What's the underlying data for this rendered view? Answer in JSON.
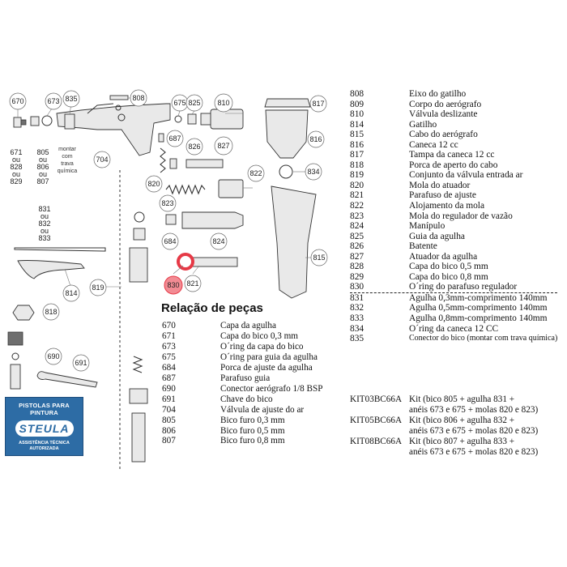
{
  "diagram": {
    "callouts": {
      "c670": "670",
      "c673": "673",
      "c835": "835",
      "c808": "808",
      "c675": "675",
      "c825": "825",
      "c810": "810",
      "c817": "817",
      "c687": "687",
      "c826": "826",
      "c827": "827",
      "c816": "816",
      "c704": "704",
      "c820": "820",
      "c822": "822",
      "c834": "834",
      "c823": "823",
      "c684": "684",
      "c824": "824",
      "c815": "815",
      "c814": "814",
      "c819": "819",
      "c818": "818",
      "c690": "690",
      "c691": "691",
      "c830": "830",
      "c821": "821"
    },
    "stack_671": [
      "671",
      "ou",
      "828",
      "ou",
      "829"
    ],
    "stack_805": [
      "805",
      "ou",
      "806",
      "ou",
      "807"
    ],
    "stack_831": [
      "831",
      "ou",
      "832",
      "ou",
      "833"
    ],
    "note_montar": [
      "montar",
      "com",
      "trava",
      "química"
    ]
  },
  "logo": {
    "top": "PISTOLAS PARA PINTURA",
    "brand": "STEULA",
    "sub1": "ASSISTÊNCIA TÉCNICA",
    "sub2": "AUTORIZADA"
  },
  "title": "Relação de peças",
  "parts_left": [
    {
      "code": "670",
      "desc": "Capa da agulha"
    },
    {
      "code": "671",
      "desc": "Capa do bico 0,3 mm"
    },
    {
      "code": "673",
      "desc": "O´ring da capa do bico"
    },
    {
      "code": "675",
      "desc": "O´ring para guia da agulha"
    },
    {
      "code": "684",
      "desc": "Porca de ajuste da agulha"
    },
    {
      "code": "687",
      "desc": "Parafuso guia"
    },
    {
      "code": "690",
      "desc": "Conector aerógrafo 1/8 BSP"
    },
    {
      "code": "691",
      "desc": "Chave do bico"
    },
    {
      "code": "704",
      "desc": "Válvula de ajuste do ar"
    },
    {
      "code": "805",
      "desc": "Bico furo 0,3 mm"
    },
    {
      "code": "806",
      "desc": "Bico furo 0,5 mm"
    },
    {
      "code": "807",
      "desc": "Bico furo 0,8 mm"
    }
  ],
  "parts_right": [
    {
      "code": "808",
      "desc": "Eixo do gatilho"
    },
    {
      "code": "809",
      "desc": "Corpo do aerógrafo"
    },
    {
      "code": "810",
      "desc": "Válvula deslizante"
    },
    {
      "code": "814",
      "desc": "Gatilho"
    },
    {
      "code": "815",
      "desc": "Cabo do aerógrafo"
    },
    {
      "code": "816",
      "desc": "Caneca 12 cc"
    },
    {
      "code": "817",
      "desc": "Tampa da caneca 12 cc"
    },
    {
      "code": "818",
      "desc": "Porca de aperto do cabo"
    },
    {
      "code": "819",
      "desc": "Conjunto da válvula entrada ar"
    },
    {
      "code": "820",
      "desc": "Mola do atuador"
    },
    {
      "code": "821",
      "desc": "Parafuso de ajuste"
    },
    {
      "code": "822",
      "desc": "Alojamento da mola"
    },
    {
      "code": "823",
      "desc": "Mola do regulador de vazão"
    },
    {
      "code": "824",
      "desc": "Manípulo"
    },
    {
      "code": "825",
      "desc": "Guia da agulha"
    },
    {
      "code": "826",
      "desc": "Batente"
    },
    {
      "code": "827",
      "desc": "Atuador da agulha"
    },
    {
      "code": "828",
      "desc": "Capa do bico 0,5 mm"
    },
    {
      "code": "829",
      "desc": "Capa do bico 0,8 mm"
    },
    {
      "code": "830",
      "desc": "O´ring do parafuso regulador"
    },
    {
      "code": "831",
      "desc": "Agulha 0,3mm-comprimento 140mm"
    },
    {
      "code": "832",
      "desc": "Agulha 0,5mm-comprimento 140mm"
    },
    {
      "code": "833",
      "desc": "Agulha 0,8mm-comprimento 140mm"
    },
    {
      "code": "834",
      "desc": "O´ring da caneca 12 CC"
    },
    {
      "code": "835",
      "desc": "Conector do bico (montar com trava química)"
    }
  ],
  "kits": [
    {
      "code": "KIT03BC66A",
      "line1": "Kit (bico 805 + agulha 831 +",
      "line2": "anéis 673 e 675 + molas 820 e 823)"
    },
    {
      "code": "KIT05BC66A",
      "line1": "Kit (bico 806 + agulha 832 +",
      "line2": "anéis 673 e 675 + molas 820 e 823)"
    },
    {
      "code": "KIT08BC66A",
      "line1": "Kit (bico 807 + agulha 833 +",
      "line2": "anéis 673 e 675 + molas 820 e 823)"
    }
  ],
  "colors": {
    "highlight": "#e63946",
    "logo_blue": "#2d6ca5"
  }
}
